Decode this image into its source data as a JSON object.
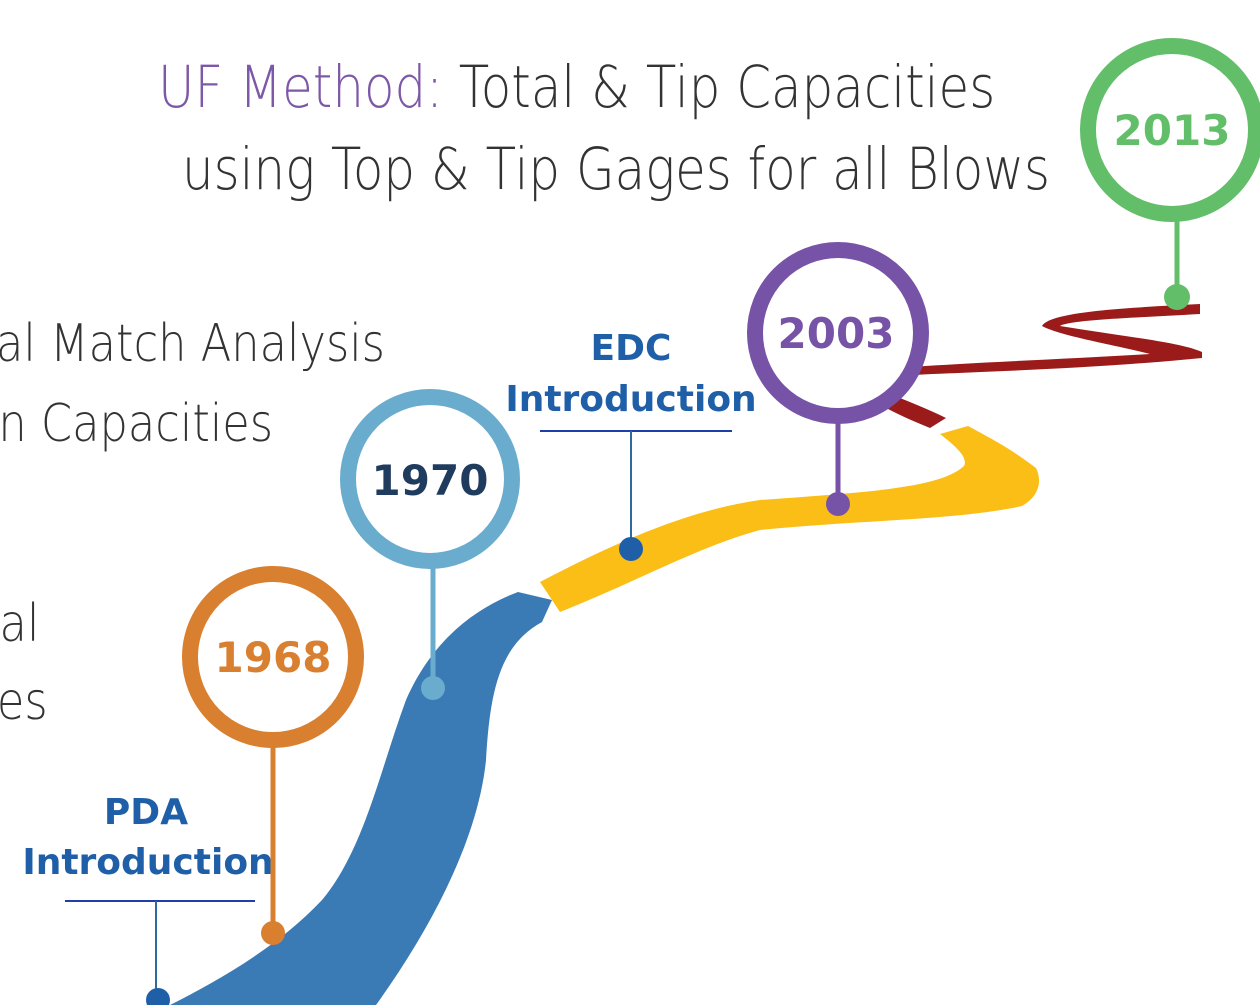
{
  "title": {
    "accent": "UF Method:",
    "line1_rest": " Total & Tip Capacities",
    "line2": "using Top & Tip Gages for all Blows"
  },
  "side_text": {
    "line1": "al Match Analysis",
    "line2": "kin Capacities",
    "line3": "tal",
    "line4": "ges"
  },
  "milestones": [
    {
      "year": "1968",
      "color": "#d97f30"
    },
    {
      "year": "1970",
      "color": "#6aaccd",
      "text_color": "#1f3b5e"
    },
    {
      "year": "2003",
      "color": "#7753a7"
    },
    {
      "year": "2013",
      "color": "#63be6a"
    }
  ],
  "introductions": [
    {
      "line1": "PDA",
      "line2": "Introduction"
    },
    {
      "line1": "EDC",
      "line2": "Introduction"
    }
  ],
  "colors": {
    "road_blue": "#3a7bb5",
    "road_yellow": "#fbbe17",
    "road_red": "#9b1b1b",
    "intro_text": "#1f5fa8"
  }
}
